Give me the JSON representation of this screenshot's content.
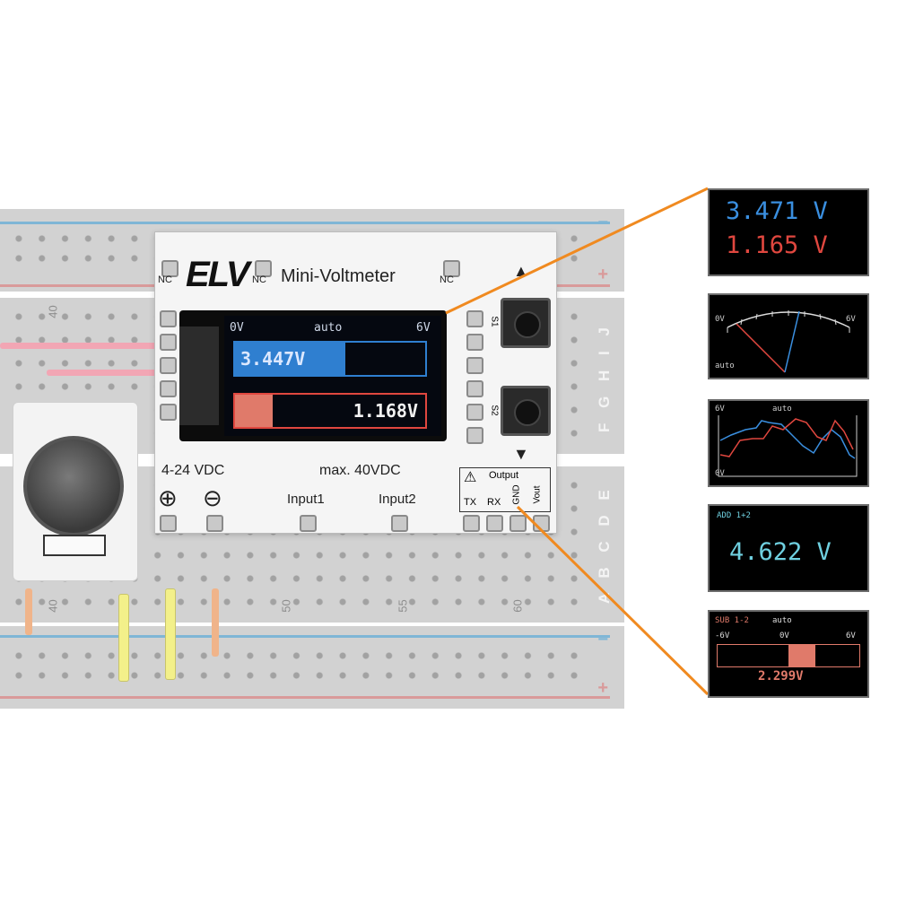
{
  "module": {
    "brand": "ELV",
    "title": "Mini-Voltmeter",
    "nc_label": "NC",
    "supply_label": "4-24 VDC",
    "max_label": "max. 40VDC",
    "plus_symbol": "⊕",
    "minus_symbol": "⊖",
    "input1_label": "Input1",
    "input2_label": "Input2",
    "output_label": "Output",
    "tx_label": "TX",
    "rx_label": "RX",
    "gnd_label": "GND",
    "vout_label": "Vout",
    "s1_label": "S1",
    "s2_label": "S2",
    "screen": {
      "range_min": "0V",
      "mode": "auto",
      "range_max": "6V",
      "value1": "3.447V",
      "value2": "1.168V",
      "bar1_fraction": 0.58,
      "bar2_fraction": 0.2,
      "bar1_color": "#2f7fd0",
      "bar2_color": "#e07a6a"
    }
  },
  "breadboard": {
    "column_numbers": [
      "40",
      "40",
      "50",
      "55",
      "60"
    ],
    "row_letters_top": "F G H I J",
    "row_letters_bottom": "A B C D E",
    "rail_plus": "+",
    "rail_minus": "−"
  },
  "panels": {
    "dual": {
      "value1": "3.471 V",
      "value2": "1.165 V",
      "color1": "#3a8fe0",
      "color2": "#e0473f"
    },
    "meter": {
      "min": "0V",
      "max": "6V",
      "mode": "auto"
    },
    "graph": {
      "max": "6V",
      "min": "0V",
      "mode": "auto"
    },
    "add": {
      "label": "ADD 1+2",
      "value": "4.622 V",
      "color": "#6fd0e0"
    },
    "sub": {
      "label": "SUB 1-2",
      "mode": "auto",
      "min": "-6V",
      "mid": "0V",
      "max": "6V",
      "value": "2.299V",
      "bar_fraction": 0.19
    }
  }
}
